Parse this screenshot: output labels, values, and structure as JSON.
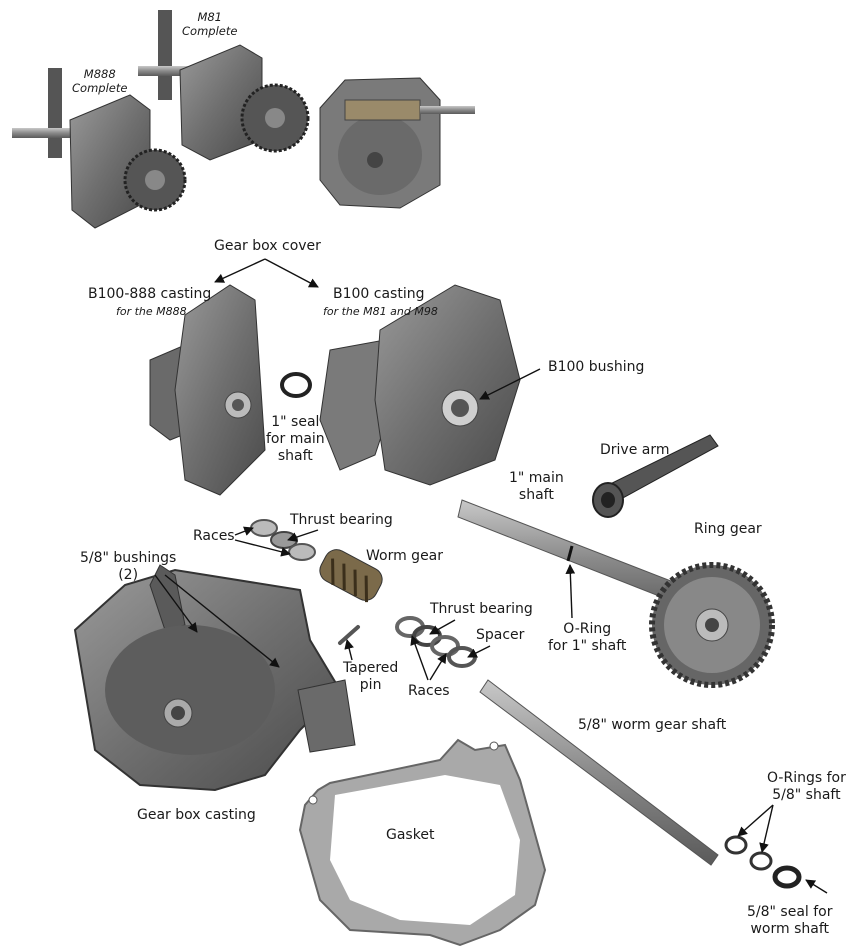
{
  "labels": {
    "m888_complete": [
      "M888",
      "Complete"
    ],
    "m81_complete": [
      "M81",
      "Complete"
    ],
    "gear_box_cover": "Gear box cover",
    "b100_888_casting": "B100-888 casting",
    "b100_888_casting_sub": "for the M888",
    "b100_casting": "B100 casting",
    "b100_casting_sub": "for the M81 and M98",
    "b100_bushing": "B100 bushing",
    "seal_main_shaft": [
      "1\" seal",
      "for main",
      "shaft"
    ],
    "drive_arm": "Drive arm",
    "main_shaft": [
      "1\" main",
      "shaft"
    ],
    "ring_gear": "Ring gear",
    "races_top": "Races",
    "thrust_bearing_top": "Thrust bearing",
    "bushings_58": [
      "5/8\" bushings",
      "(2)"
    ],
    "worm_gear": "Worm gear",
    "thrust_bearing_mid": "Thrust bearing",
    "spacer": "Spacer",
    "tapered_pin": [
      "Tapered",
      "pin"
    ],
    "races_mid": "Races",
    "o_ring_1in": [
      "O-Ring",
      "for 1\" shaft"
    ],
    "worm_gear_shaft": "5/8\" worm gear shaft",
    "gear_box_casting": "Gear box casting",
    "gasket": "Gasket",
    "o_rings_58": [
      "O-Rings for",
      "5/8\" shaft"
    ],
    "seal_worm_shaft": [
      "5/8\" seal for",
      "worm shaft"
    ]
  }
}
